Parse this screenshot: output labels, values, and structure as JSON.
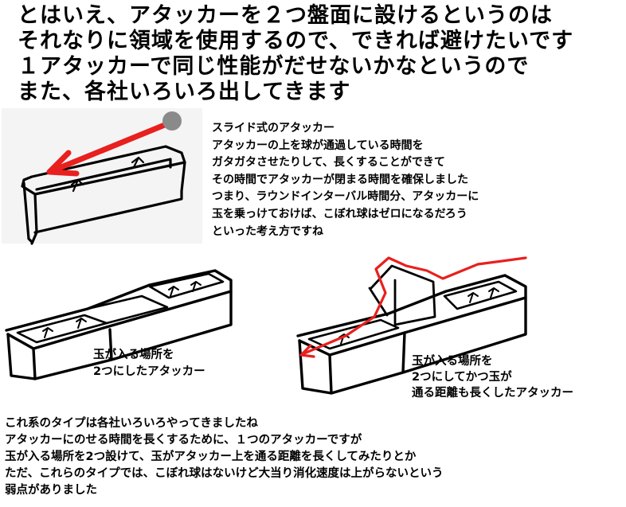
{
  "heading": {
    "lines": [
      "とはいえ、アタッカーを２つ盤面に設けるというのは",
      "それなりに領域を使用するので、できれば避けたいです",
      "１アタッカーで同じ性能がだせないかなというので",
      "また、各社いろいろ出してきます"
    ]
  },
  "captions": {
    "slide_attacker": {
      "lines": [
        "スライド式のアタッカー",
        "アタッカーの上を球が通過している時間を",
        "ガタガタさせたりして、長くすることができて",
        "その時間でアタッカーが閉まる時間を確保しました",
        "つまり、ラウンドインターバル時間分、アタッカーに",
        "玉を乗っけておけば、こぼれ球はゼロになるだろう",
        "といった考え方ですね"
      ]
    },
    "two_entry_attacker": {
      "lines": [
        "玉が入る場所を",
        "2つにしたアタッカー"
      ]
    },
    "long_path_attacker": {
      "lines": [
        "玉が入る場所を",
        "2つにしてかつ玉が",
        "通る距離も長くしたアタッカー"
      ]
    }
  },
  "footer": {
    "lines": [
      "これ系のタイプは各社いろいろやってきましたね",
      "アタッカーにのせる時間を長くするために、１つのアタッカーですが",
      "玉が入る場所を2つ設けて、玉がアタッカー上を通る距離を長くしてみたりとか",
      "ただ、これらのタイプでは、こぼれ球はないけど大当り消化速度は上がらないという",
      "弱点がありました"
    ]
  },
  "colors": {
    "ink": "#000000",
    "ball_path": "#e8201e",
    "ball": "#8a8a8a",
    "panel_gray": "#f4f4f4"
  }
}
